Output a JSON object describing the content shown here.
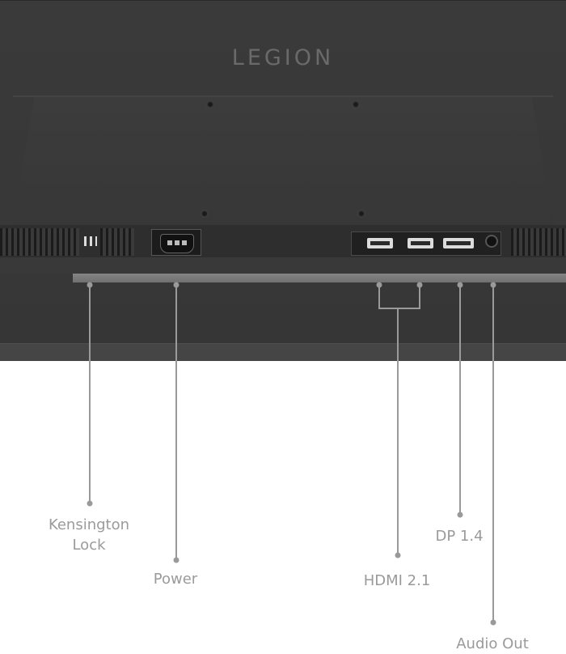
{
  "brand": {
    "logo_text": "LEGION"
  },
  "callouts": [
    {
      "id": "kensington-lock",
      "lines": [
        "Kensington",
        "Lock"
      ]
    },
    {
      "id": "power",
      "lines": [
        "Power"
      ]
    },
    {
      "id": "hdmi-2-1",
      "lines": [
        "HDMI 2.1"
      ]
    },
    {
      "id": "dp-1-4",
      "lines": [
        "DP 1.4"
      ]
    },
    {
      "id": "audio-out",
      "lines": [
        "Audio Out"
      ]
    }
  ],
  "colors": {
    "monitor_body": "#3a3a3a",
    "callout_line": "#9a9a9a",
    "label_text": "#9a9a9a",
    "background": "#ffffff"
  }
}
